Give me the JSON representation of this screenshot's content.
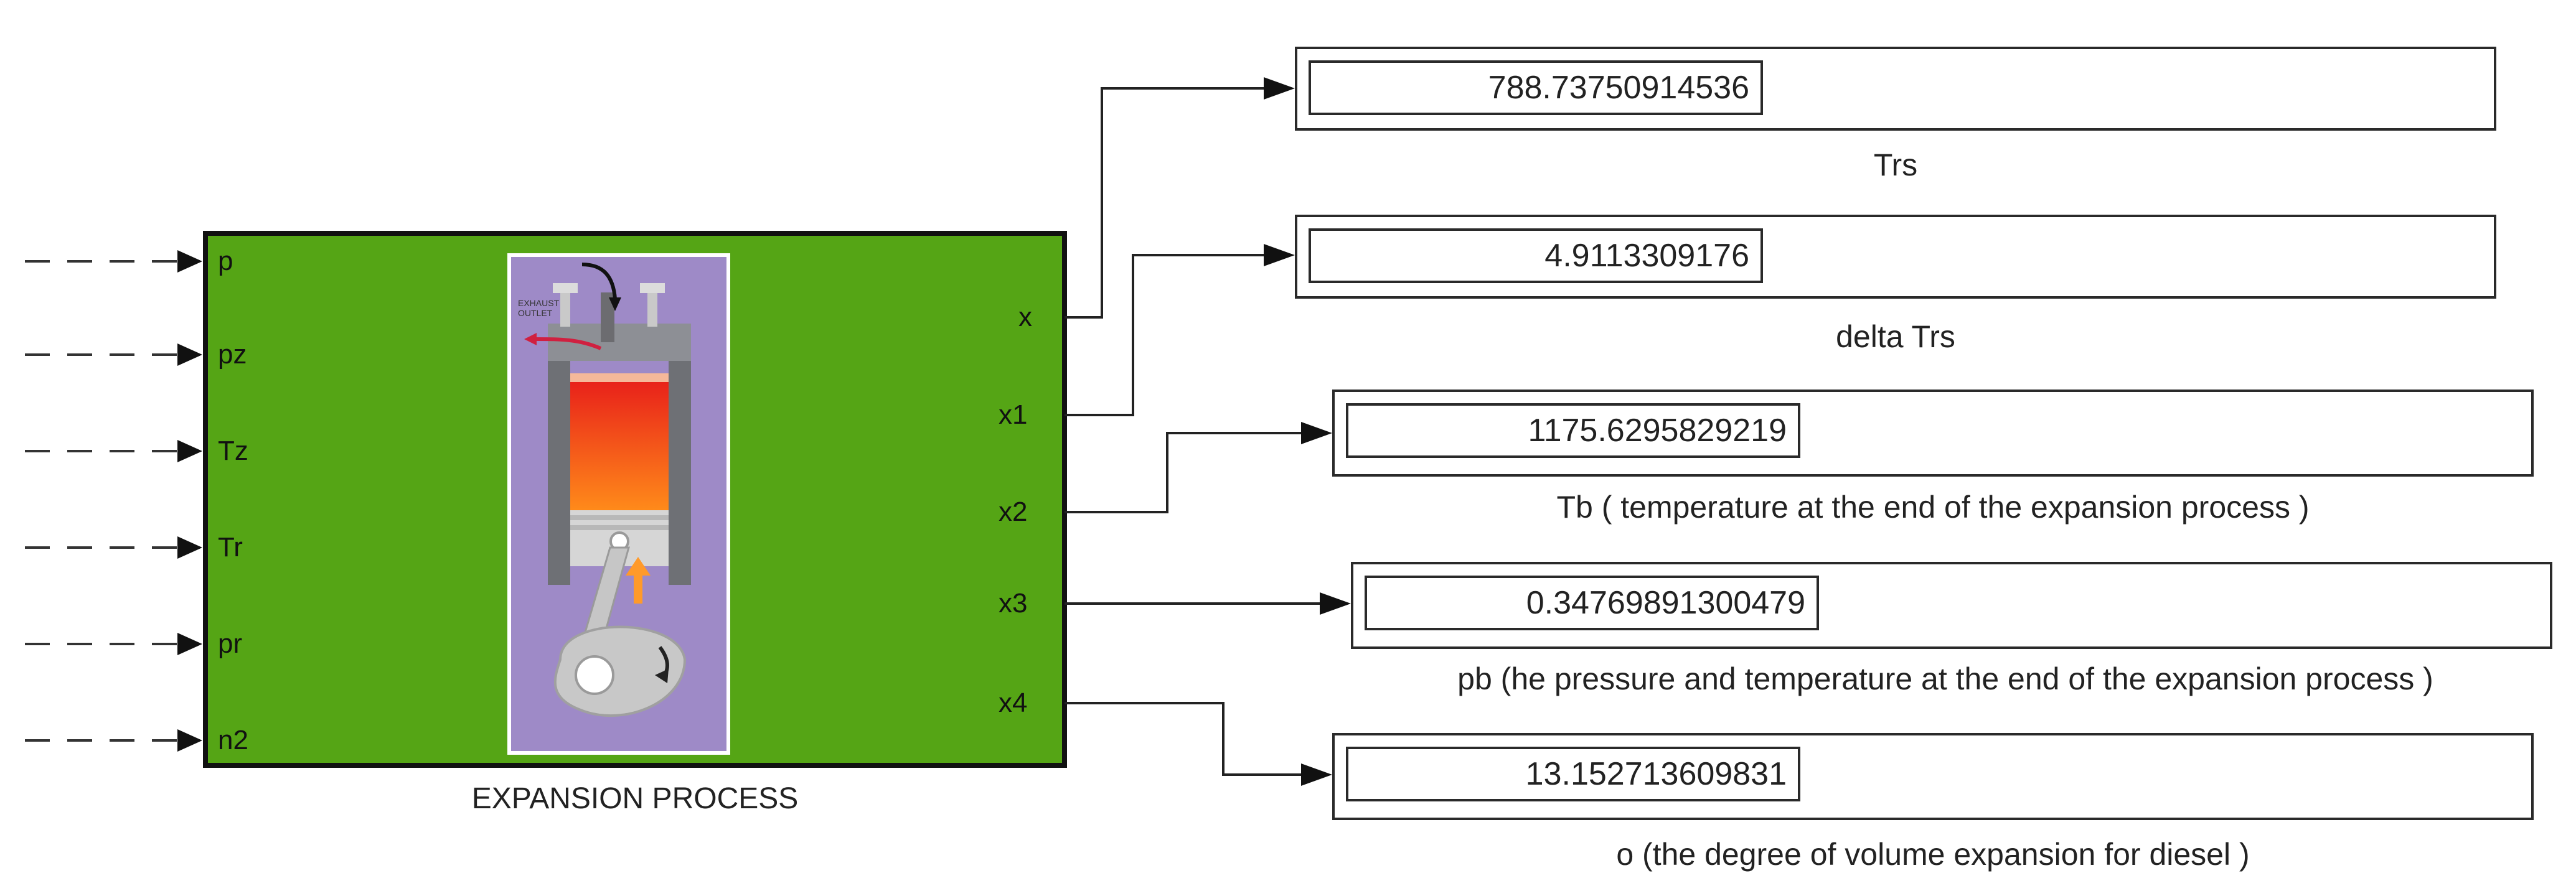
{
  "block": {
    "title": "EXPANSION PROCESS",
    "colors": {
      "fill": "#55a515",
      "border": "#111111",
      "image_bg": "#9e8ac7"
    },
    "input_ports": [
      "p",
      "pz",
      "Tz",
      "Tr",
      "pr",
      "n2"
    ],
    "output_ports": [
      "x",
      "x1",
      "x2",
      "x3",
      "x4"
    ],
    "icon_text": {
      "exhaust": "EXHAUST",
      "outlet": "OUTLET"
    }
  },
  "displays": [
    {
      "value": "788.73750914536",
      "label": "Trs"
    },
    {
      "value": "4.9113309176",
      "label": "delta Trs"
    },
    {
      "value": "1175.6295829219",
      "label": "Tb ( temperature at the end of the expansion process )"
    },
    {
      "value": "0.34769891300479",
      "label": "pb (he pressure and temperature at the end of the expansion process )"
    },
    {
      "value": "13.152713609831",
      "label": "o (the degree of volume expansion for diesel )"
    }
  ]
}
